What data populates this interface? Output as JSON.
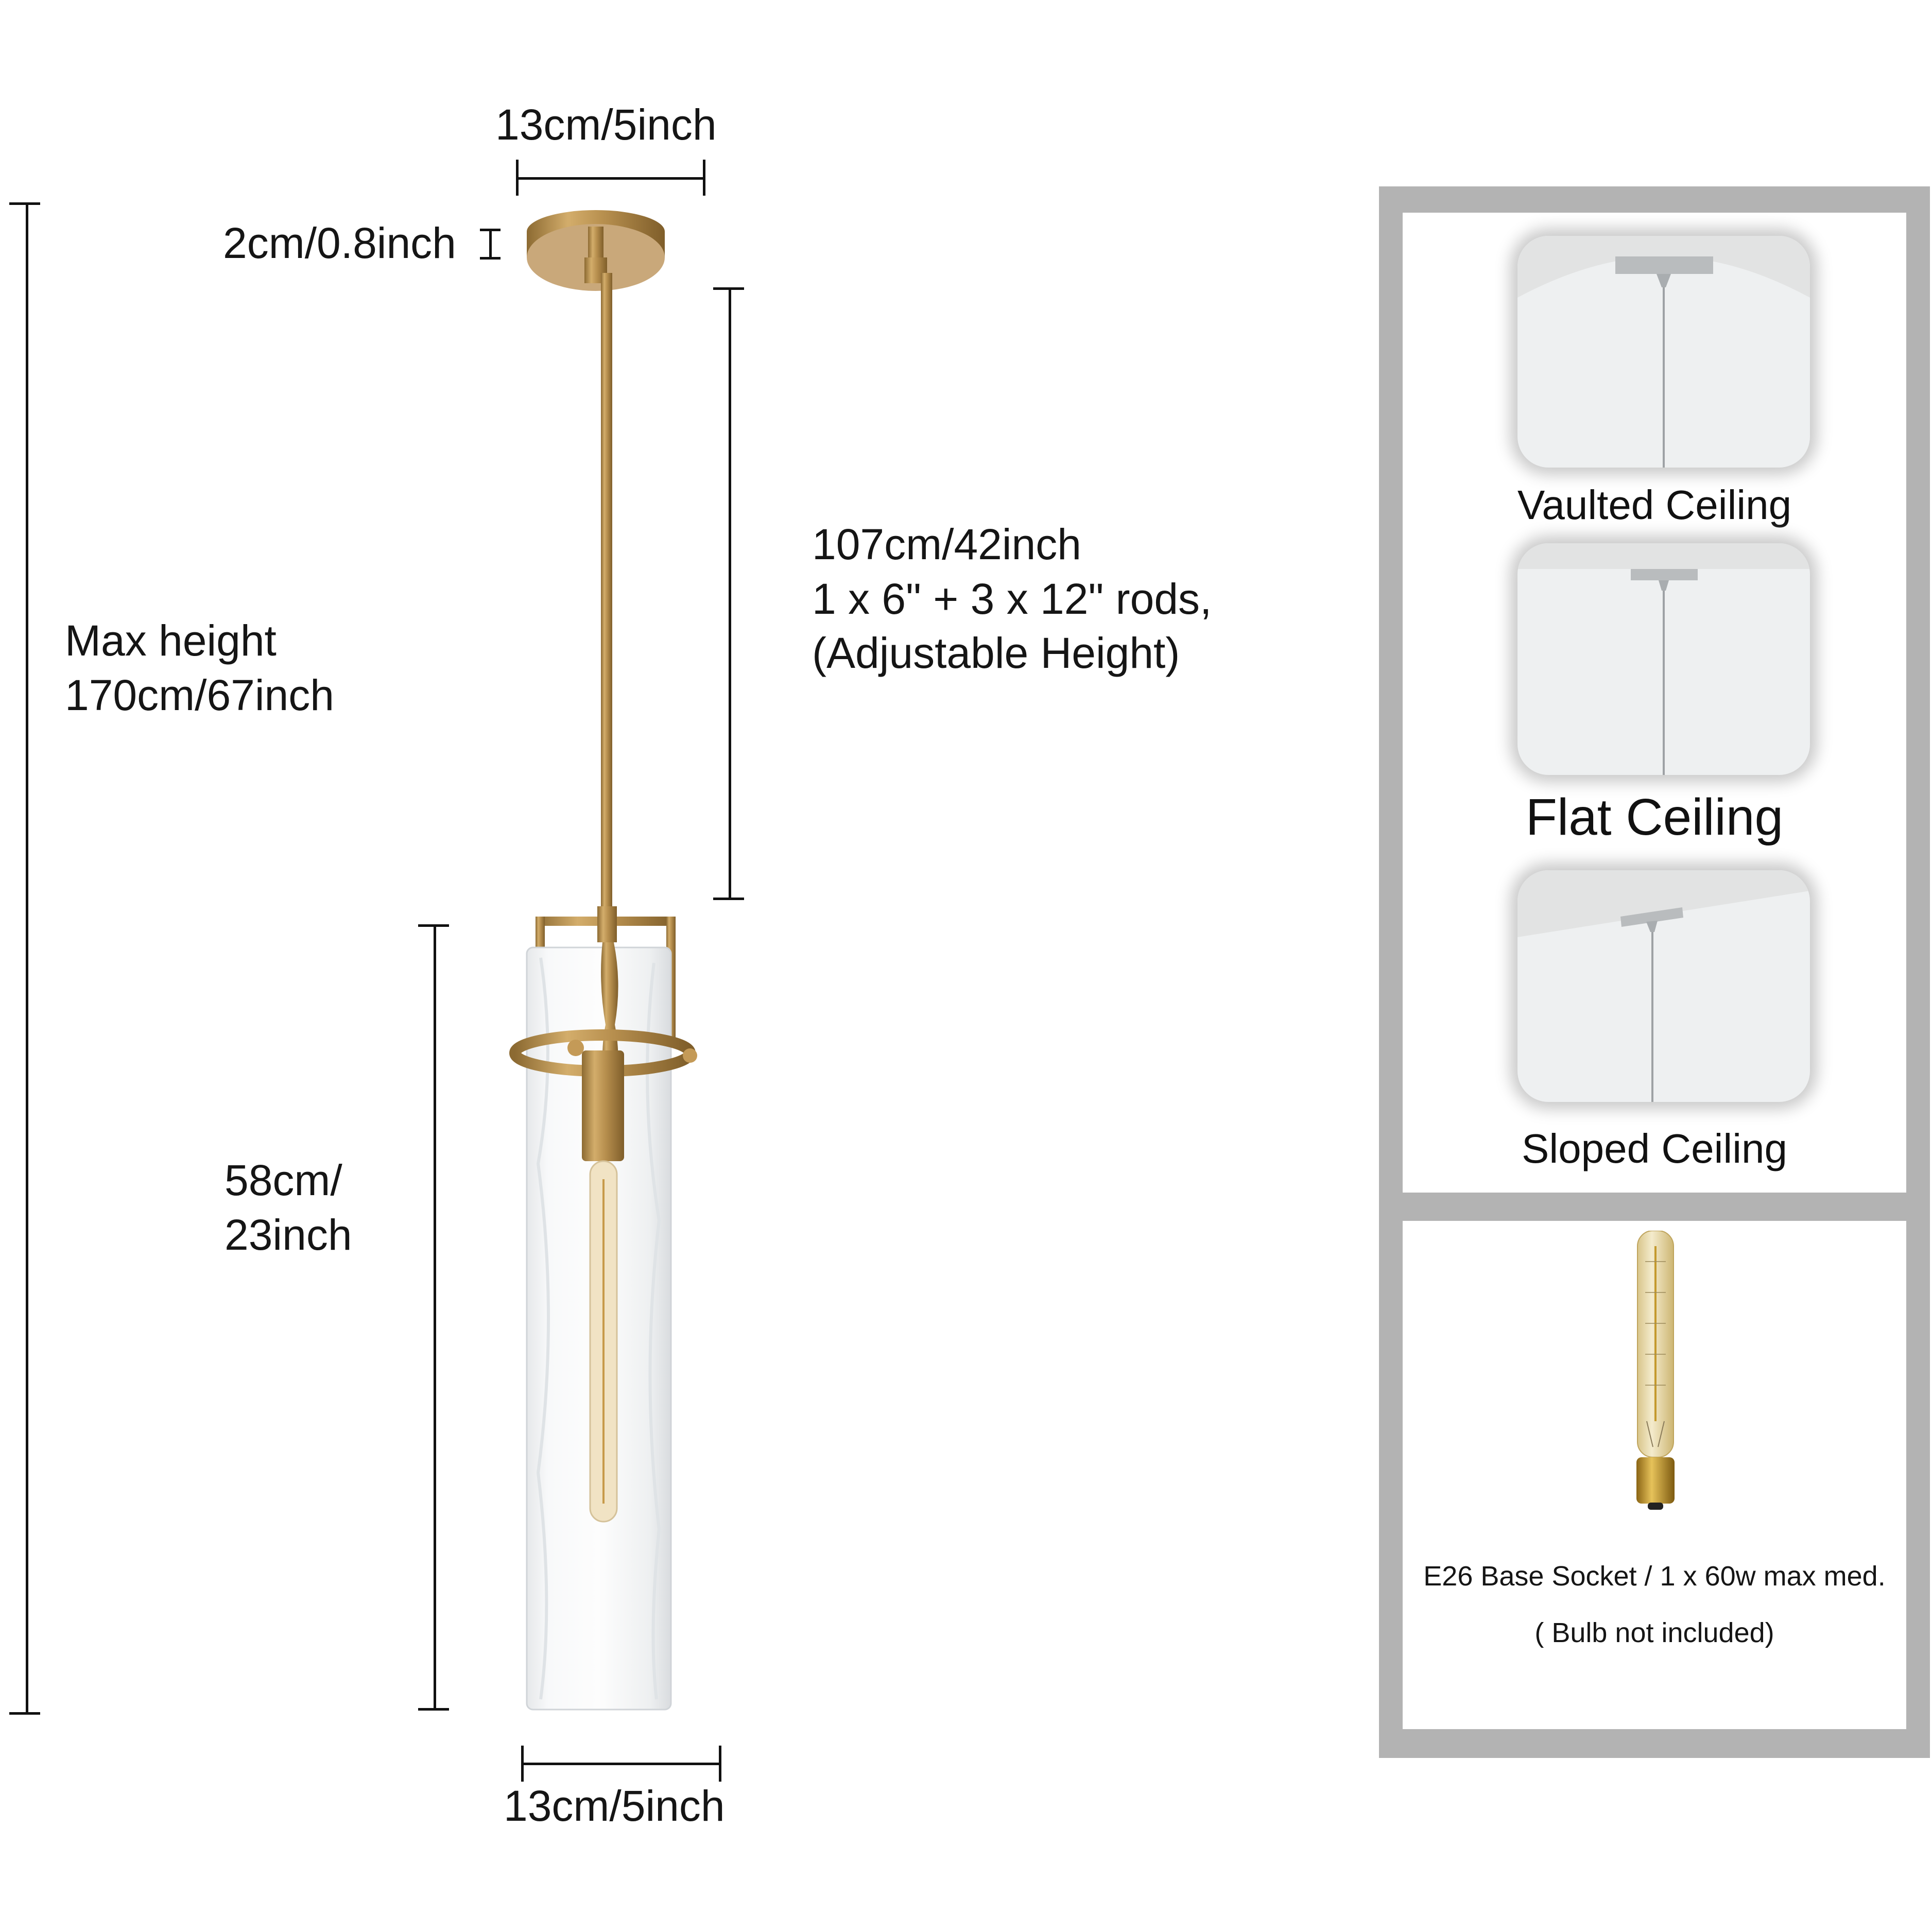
{
  "dimensions": {
    "canopy_width": "13cm/5inch",
    "canopy_height": "2cm/0.8inch",
    "max_height_line1": "Max height",
    "max_height_line2": "170cm/67inch",
    "rod_length_line1": "107cm/42inch",
    "rod_length_line2": "1 x 6\" + 3 x 12\" rods,",
    "rod_length_line3": "(Adjustable Height)",
    "shade_height_line1": "58cm/",
    "shade_height_line2": "23inch",
    "shade_width": "13cm/5inch"
  },
  "ceiling_types": [
    {
      "label": "Vaulted Ceiling",
      "icon": "vaulted-ceiling-icon"
    },
    {
      "label": "Flat Ceiling",
      "icon": "flat-ceiling-icon"
    },
    {
      "label": "Sloped Ceiling",
      "icon": "sloped-ceiling-icon"
    }
  ],
  "bulb": {
    "spec": "E26 Base Socket / 1 x 60w max med.",
    "note": "( Bulb not included)"
  },
  "colors": {
    "brass": "#b8904f",
    "panel_border": "#b3b3b3",
    "card_bg": "#eef0f1"
  }
}
